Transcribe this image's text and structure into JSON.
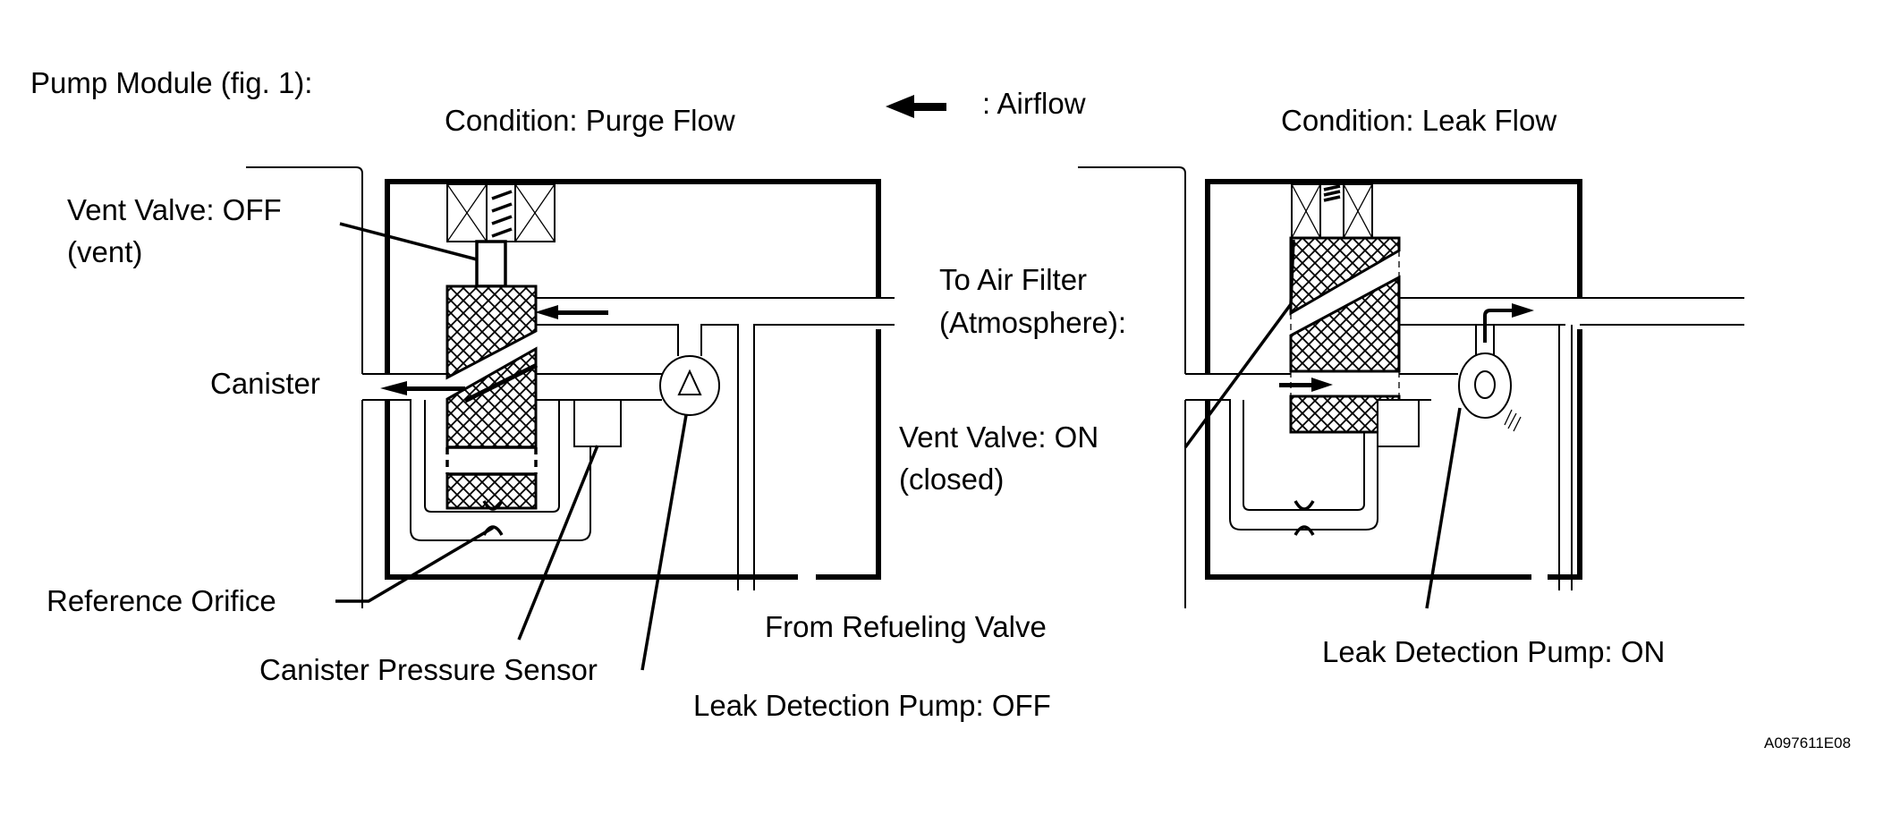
{
  "figure": {
    "title": "Pump Module (fig. 1):",
    "figure_code": "A097611E08",
    "legend": {
      "icon": "arrow-left-icon",
      "label": ": Airflow"
    }
  },
  "panels": [
    {
      "id": "purge",
      "heading": "Condition: Purge Flow",
      "labels": {
        "vent_valve_line1": "Vent Valve: OFF",
        "vent_valve_line2": "(vent)",
        "canister": "Canister",
        "reference_orifice": "Reference Orifice",
        "canister_pressure_sensor": "Canister Pressure Sensor",
        "leak_detection_pump": "Leak Detection Pump: OFF",
        "from_refueling_valve": "From Refueling Valve",
        "to_air_filter_line1": "To Air Filter",
        "to_air_filter_line2": "(Atmosphere):"
      },
      "vent_valve_state": "OFF",
      "pump_state": "OFF"
    },
    {
      "id": "leak",
      "heading": "Condition: Leak Flow",
      "labels": {
        "vent_valve_line1": "Vent Valve: ON",
        "vent_valve_line2": "(closed)",
        "leak_detection_pump": "Leak Detection Pump: ON"
      },
      "vent_valve_state": "ON",
      "pump_state": "ON"
    }
  ]
}
